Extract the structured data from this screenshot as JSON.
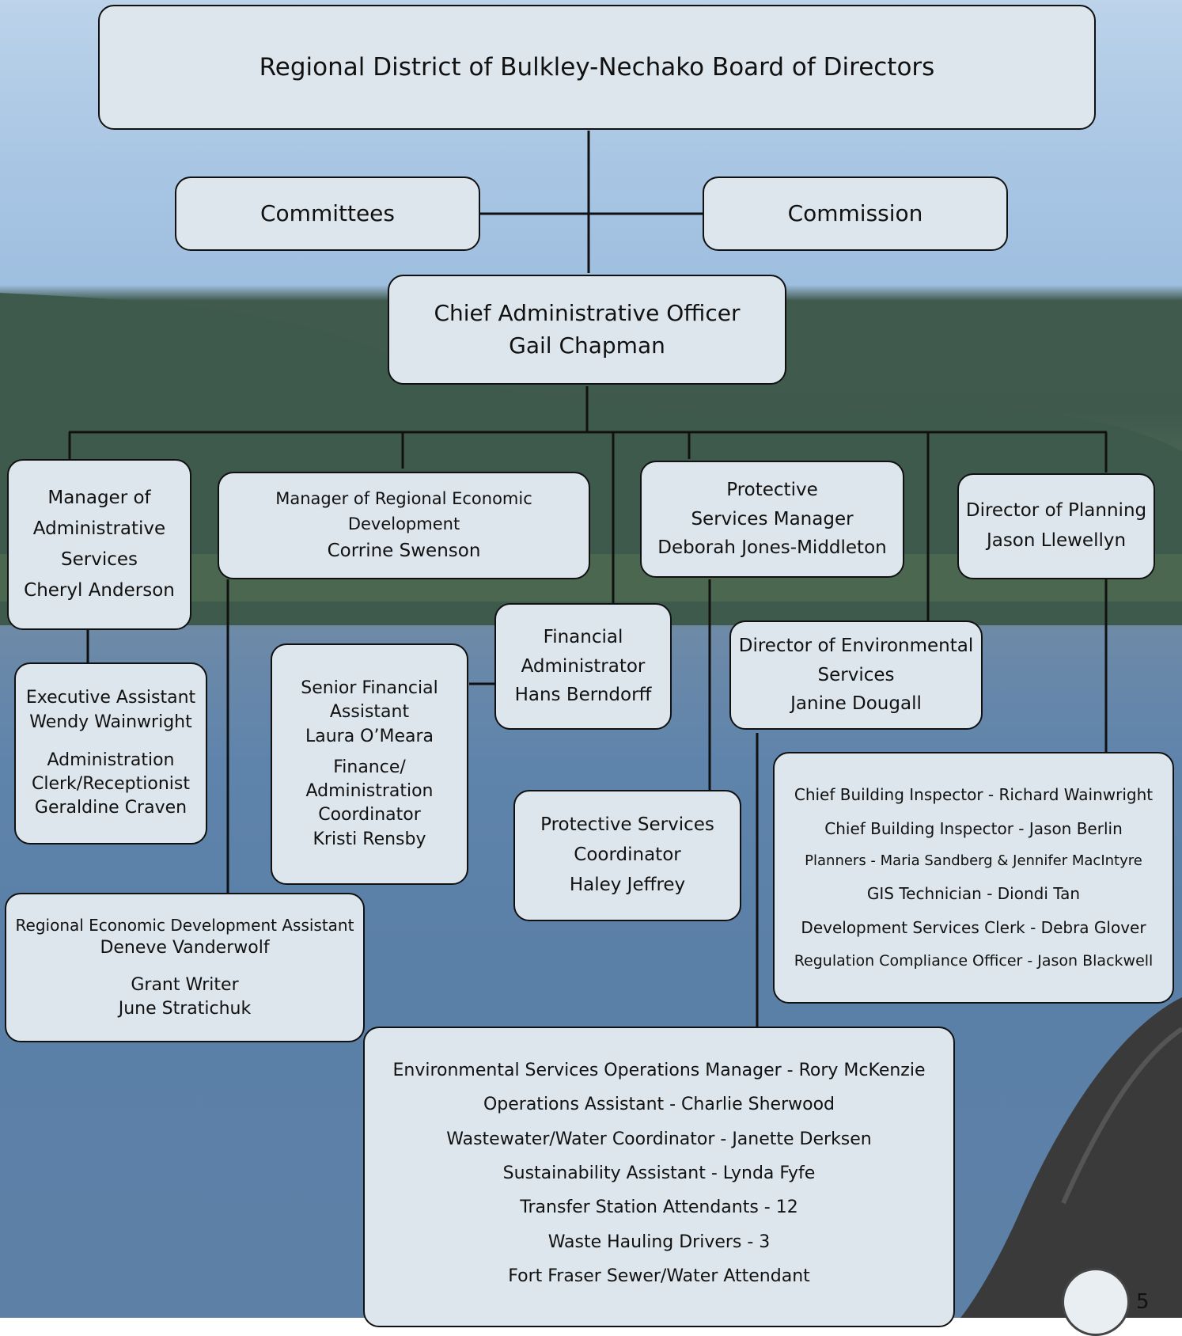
{
  "board": {
    "title": "Regional District of Bulkley-Nechako Board of Directors"
  },
  "committees": {
    "label": "Committees"
  },
  "commission": {
    "label": "Commission"
  },
  "cao": {
    "title": "Chief Administrative Officer",
    "name": "Gail Chapman"
  },
  "admin_services": {
    "title_line1": "Manager of",
    "title_line2": "Administrative",
    "title_line3": "Services",
    "name": "Cheryl Anderson"
  },
  "econ_dev": {
    "title": "Manager of Regional Economic Development",
    "name": "Corrine Swenson"
  },
  "protective_mgr": {
    "title_line1": "Protective",
    "title_line2": "Services Manager",
    "name": "Deborah Jones-Middleton"
  },
  "planning": {
    "title": "Director of Planning",
    "name": "Jason Llewellyn"
  },
  "exec_assistant": {
    "title": "Executive Assistant",
    "name": "Wendy Wainwright",
    "title2_line1": "Administration",
    "title2_line2": "Clerk/Receptionist",
    "name2": "Geraldine Craven"
  },
  "senior_financial": {
    "title_line1": "Senior Financial",
    "title_line2": "Assistant",
    "name": "Laura O’Meara",
    "title2_line1": "Finance/",
    "title2_line2": "Administration",
    "title2_line3": "Coordinator",
    "name2": "Kristi Rensby"
  },
  "financial_admin": {
    "title_line1": "Financial",
    "title_line2": "Administrator",
    "name": "Hans Berndorff"
  },
  "env_director": {
    "title_line1": "Director of Environmental",
    "title_line2": "Services",
    "name": "Janine Dougall"
  },
  "protective_coord": {
    "title_line1": "Protective Services",
    "title_line2": "Coordinator",
    "name": "Haley Jeffrey"
  },
  "planning_staff": {
    "lines": [
      "Chief Building Inspector - Richard Wainwright",
      "Chief Building Inspector  - Jason Berlin",
      "Planners - Maria Sandberg & Jennifer  MacIntyre",
      "GIS Technician - Diondi Tan",
      "Development Services Clerk - Debra Glover",
      "Regulation Compliance Officer - Jason Blackwell"
    ]
  },
  "econ_assistant": {
    "title": "Regional Economic Development Assistant",
    "name": "Deneve Vanderwolf",
    "title2": "Grant Writer",
    "name2": "June Stratichuk"
  },
  "env_staff": {
    "lines": [
      "Environmental Services Operations Manager - Rory McKenzie",
      "Operations Assistant - Charlie Sherwood",
      "Wastewater/Water Coordinator - Janette Derksen",
      "Sustainability Assistant - Lynda Fyfe",
      "Transfer Station Attendants - 12",
      "Waste Hauling Drivers - 3",
      "Fort Fraser Sewer/Water Attendant"
    ]
  },
  "page_number": "5"
}
